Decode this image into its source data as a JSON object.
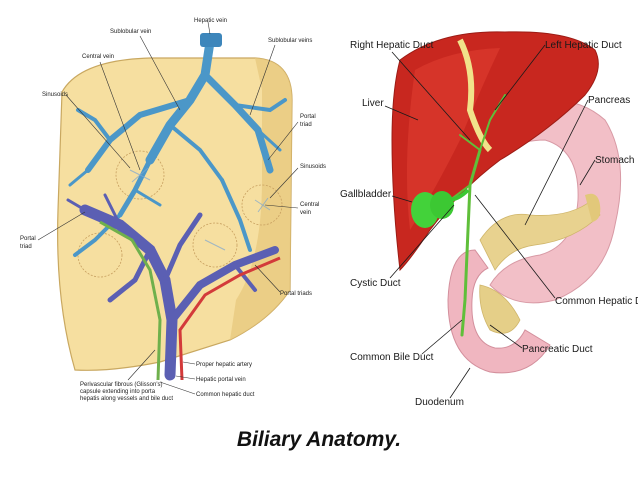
{
  "caption": "Biliary Anatomy.",
  "left_figure": {
    "labels": {
      "hepatic_vein": "Hepatic vein",
      "sublobular_vein_left": "Sublobular vein",
      "sublobular_vein_right": "Sublobular veins",
      "central_vein_top": "Central vein",
      "sinusoids_left": "Sinusoids",
      "portal_triad_right_1": "Portal",
      "portal_triad_right_2": "triad",
      "sinusoids_right": "Sinusoids",
      "central_vein_right_1": "Central",
      "central_vein_right_2": "vein",
      "portal_triad_left_1": "Portal",
      "portal_triad_left_2": "triad",
      "portal_triads_bottom": "Portal triads",
      "proper_hepatic_artery": "Proper hepatic artery",
      "hepatic_portal_vein": "Hepatic portal vein",
      "common_hepatic_duct": "Common hepatic duct",
      "capsule_1": "Perivascular fibrous (Glisson's)",
      "capsule_2": "capsule extending into porta",
      "capsule_3": "hepatis along vessels and bile duct"
    }
  },
  "right_figure": {
    "labels": {
      "right_hepatic_duct": "Right Hepatic Duct",
      "left_hepatic_duct": "Left Hepatic Duct",
      "liver": "Liver",
      "pancreas": "Pancreas",
      "stomach": "Stomach",
      "gallbladder": "Gallbladder",
      "cystic_duct": "Cystic Duct",
      "common_hepatic_duct": "Common Hepatic Duct",
      "common_bile_duct": "Common Bile Duct",
      "pancreatic_duct": "Pancreatic Duct",
      "duodenum": "Duodenum"
    }
  }
}
